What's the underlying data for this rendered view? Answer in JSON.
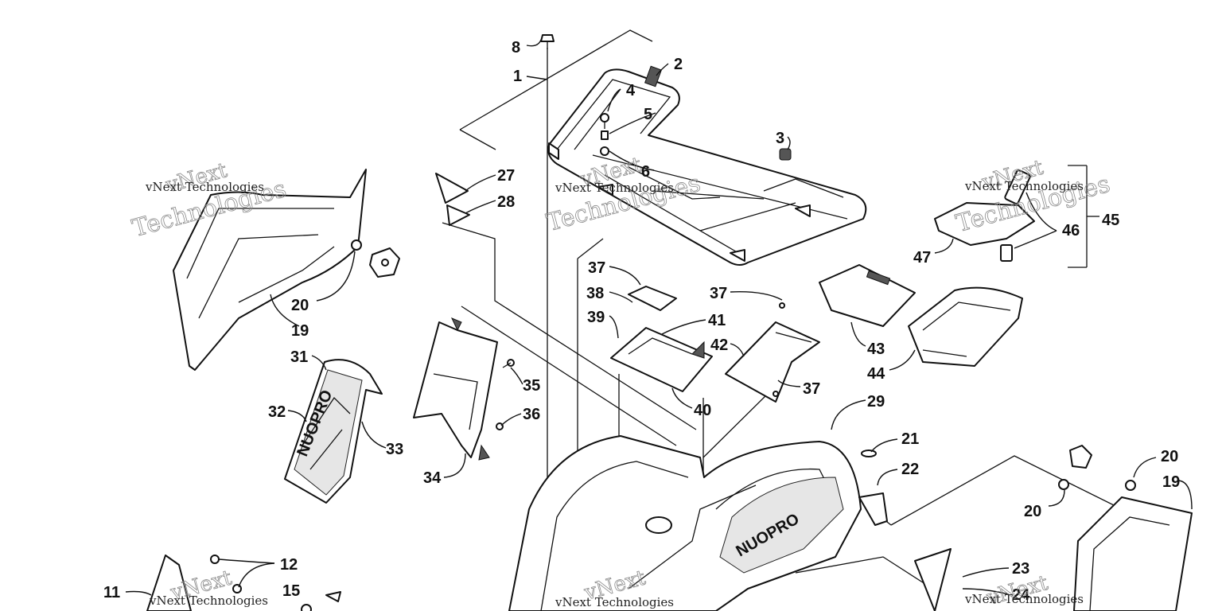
{
  "watermark": {
    "company": "vNext Technologies",
    "line1": "vNext",
    "line2": "Technologies"
  },
  "callouts": {
    "c1": "1",
    "c2": "2",
    "c3": "3",
    "c4": "4",
    "c5": "5",
    "c6": "6",
    "c8": "8",
    "c11": "11",
    "c12": "12",
    "c15": "15",
    "c19a": "19",
    "c19b": "19",
    "c20a": "20",
    "c20b": "20",
    "c20c": "20",
    "c21": "21",
    "c22": "22",
    "c23": "23",
    "c24": "24",
    "c27": "27",
    "c28": "28",
    "c29": "29",
    "c31": "31",
    "c32": "32",
    "c33": "33",
    "c34": "34",
    "c35": "35",
    "c36": "36",
    "c37a": "37",
    "c37b": "37",
    "c37c": "37",
    "c38": "38",
    "c39": "39",
    "c40": "40",
    "c41": "41",
    "c42": "42",
    "c43": "43",
    "c44": "44",
    "c45": "45",
    "c46": "46",
    "c47": "47"
  },
  "decal_text": "NUOPRO"
}
